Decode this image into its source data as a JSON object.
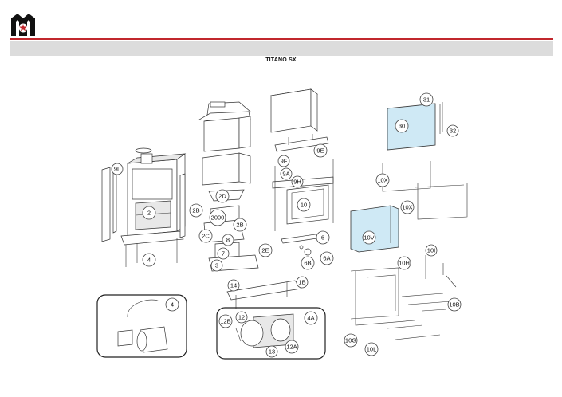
{
  "title": "TITANO SX",
  "colors": {
    "brand": "#c1272d",
    "bar": "#dcdcdc",
    "glass": "#cfe9f5"
  },
  "logo": {
    "icon": "brand-logo-icon"
  },
  "callouts": {
    "c31": "31",
    "c32": "32",
    "c30": "30",
    "c9E": "9E",
    "c9F": "9F",
    "c9A": "9A",
    "c9H": "9H",
    "c10": "10",
    "c9L": "9L",
    "c2": "2",
    "c2D": "2D",
    "c2B_l": "2B",
    "c2000": "2000",
    "c2B_r": "2B",
    "c2C": "2C",
    "c8": "8",
    "c7": "7",
    "c2E": "2E",
    "c3": "3",
    "c4_main": "4",
    "c6": "6",
    "c6A": "6A",
    "c6B": "6B",
    "c10X_a": "10X",
    "c10X_b": "10X",
    "c10V": "10V",
    "c10I": "10I",
    "c10H": "10H",
    "c10B": "10B",
    "c10G": "10G",
    "c10L": "10L",
    "c14": "14",
    "c1B": "1B",
    "c12": "12",
    "c12B": "12B",
    "c4A": "4A",
    "c13": "13",
    "c12A": "12A",
    "c4_box": "4"
  }
}
